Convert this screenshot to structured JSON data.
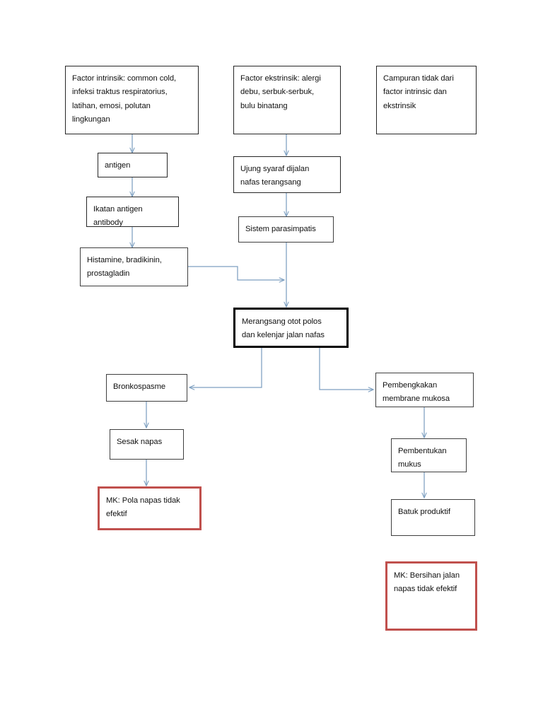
{
  "diagram": {
    "title": "Pathophysiology flowchart of asthma (Indonesian)",
    "accent_arrow_color": "#7d9fc0",
    "highlight_border_color": "#c0504d",
    "emphasis_border_color": "#000000",
    "default_border_color": "#262626",
    "nodes": [
      {
        "id": "factor-intrinsik",
        "label": "Factor intrinsik: common cold,\ninfeksi traktus respiratorius,\nlatihan, emosi, polutan\nlingkungan",
        "style": "default"
      },
      {
        "id": "factor-ekstrinsik",
        "label": "Factor ekstrinsik: alergi\ndebu, serbuk-serbuk,\nbulu binatang",
        "style": "default"
      },
      {
        "id": "campuran",
        "label": "Campuran tidak dari\nfactor intrinsic dan\nekstrinsik",
        "style": "default"
      },
      {
        "id": "antigen",
        "label": "antigen",
        "style": "default"
      },
      {
        "id": "ikatan-antigen-antibody",
        "label": "Ikatan antigen\nantibody",
        "style": "default"
      },
      {
        "id": "histamine",
        "label": "Histamine, bradikinin,\nprostagladin",
        "style": "default"
      },
      {
        "id": "ujung-syaraf",
        "label": "Ujung syaraf dijalan\nnafas terangsang",
        "style": "default"
      },
      {
        "id": "sistem-parasimpatis",
        "label": "Sistem parasimpatis",
        "style": "default"
      },
      {
        "id": "merangsang-otot-polos",
        "label": "Merangsang otot polos\ndan kelenjar jalan nafas",
        "style": "thick"
      },
      {
        "id": "bronkospasme",
        "label": "Bronkospasme",
        "style": "default"
      },
      {
        "id": "sesak-napas",
        "label": "Sesak napas",
        "style": "default"
      },
      {
        "id": "mk-pola-napas",
        "label": "MK: Pola napas tidak\nefektif",
        "style": "red"
      },
      {
        "id": "pembengkakan-membrane",
        "label": "Pembengkakan\nmembrane mukosa",
        "style": "default"
      },
      {
        "id": "pembentukan-mukus",
        "label": "Pembentukan\nmukus",
        "style": "default"
      },
      {
        "id": "batuk-produktif",
        "label": "Batuk produktif",
        "style": "default"
      },
      {
        "id": "mk-bersihan-jalan-napas",
        "label": "MK: Bersihan jalan\nnapas tidak efektif",
        "style": "red"
      }
    ]
  }
}
